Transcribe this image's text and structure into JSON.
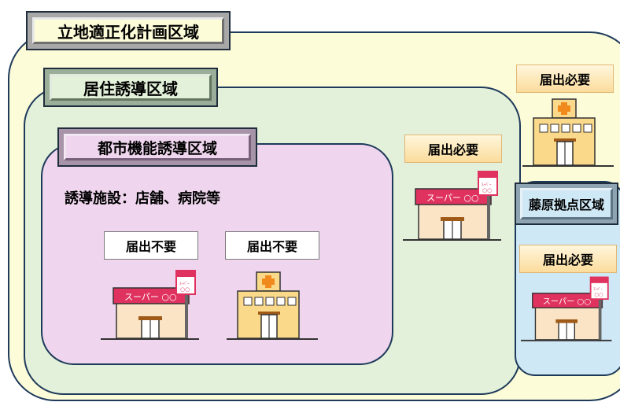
{
  "regions": {
    "location_plan": "立地適正化計画区域",
    "residential_induction": "居住誘導区域",
    "urban_function_induction": "都市機能誘導区域",
    "fujiwara_hub": "藤原拠点区域"
  },
  "facilities_text": "誘導施設：店舗、病院等",
  "tags": {
    "urban_store": "届出不要",
    "urban_hospital": "届出不要",
    "residential_store": "届出必要",
    "plan_hospital": "届出必要",
    "fujiwara_store": "届出必要"
  },
  "store_sign": "スーパー ○○",
  "store_pole_sign": "スーパー\n○○",
  "colors": {
    "plan_area": "#fdfcd9",
    "residential_area": "#e3f1da",
    "urban_area": "#efd6ee",
    "fujiwara_area": "#cfe8f6",
    "store_red": "#e0325f",
    "hospital_wall": "#fbd98a",
    "cross_orange": "#f08a1c"
  }
}
